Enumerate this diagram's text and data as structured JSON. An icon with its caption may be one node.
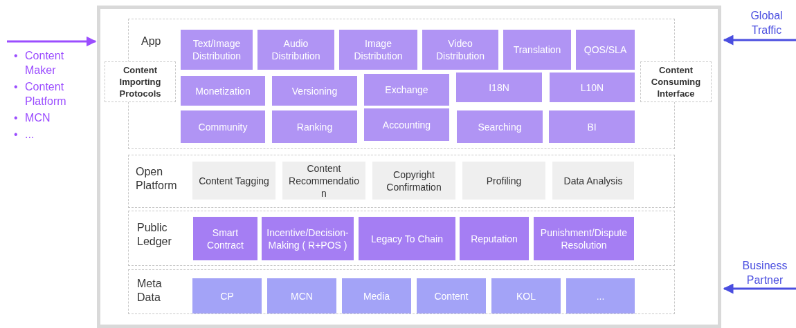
{
  "diagram": {
    "nodes": [
      {
        "text": [],
        "shape": "box"
      },
      {
        "text": [
          "• Content Maker",
          "• Content Platform",
          "• MCN",
          "• ..."
        ]
      },
      {
        "text": [
          "Global Traffic"
        ]
      },
      {
        "text": [
          "App"
        ],
        "in": 0
      },
      {
        "text": [
          "Text/Image Distribution"
        ],
        "in": 3
      },
      {
        "text": [
          "Audio Distribution"
        ],
        "in": 3
      },
      {
        "text": [
          "Image Distribution"
        ],
        "in": 3
      },
      {
        "text": [
          "Video Distribution"
        ],
        "in": 3
      },
      {
        "text": [
          "Translation"
        ],
        "in": 3
      },
      {
        "text": [
          "QOS/SLA"
        ],
        "in": 3
      },
      {
        "text": [
          "Content Importing Protocols"
        ],
        "in": 0
      },
      {
        "text": [
          "Monetization"
        ],
        "in": 3
      },
      {
        "text": [
          "Versioning"
        ],
        "in": 3
      },
      {
        "text": [
          "Exchange"
        ],
        "in": 3
      },
      {
        "text": [
          "I18N"
        ],
        "in": 3
      },
      {
        "text": [
          "L10N"
        ],
        "in": 3
      },
      {
        "text": [
          "Content Consuming Interface"
        ],
        "in": 0
      },
      {
        "text": [
          "Community"
        ],
        "in": 3
      },
      {
        "text": [
          "Ranking"
        ],
        "in": 3
      },
      {
        "text": [
          "Accounting"
        ],
        "in": 3
      },
      {
        "text": [
          "Searching"
        ],
        "in": 3
      },
      {
        "text": [
          "BI"
        ],
        "in": 3
      },
      {
        "text": [
          "Open Platform"
        ],
        "in": 0
      },
      {
        "text": [
          "Content Tagging"
        ],
        "in": 22
      },
      {
        "text": [
          "Content Recommendation"
        ],
        "in": 22
      },
      {
        "text": [
          "Copyright Confirmation"
        ],
        "in": 22
      },
      {
        "text": [
          "Profiling"
        ],
        "in": 22
      },
      {
        "text": [
          "Data Analysis"
        ],
        "in": 22
      },
      {
        "text": [
          "Public Ledger"
        ],
        "in": 0
      },
      {
        "text": [
          "Smart Contract"
        ],
        "in": 28
      },
      {
        "text": [
          "Incentive/Decision-Making ( R+POS )"
        ],
        "in": 28
      },
      {
        "text": [
          "Legacy To Chain"
        ],
        "in": 28
      },
      {
        "text": [
          "Reputation"
        ],
        "in": 28
      },
      {
        "text": [
          "Punishment/Dispute Resolution"
        ],
        "in": 28
      },
      {
        "text": [
          "Business Partner"
        ]
      },
      {
        "text": [
          "Meta Data"
        ],
        "in": 0
      },
      {
        "text": [
          "CP"
        ],
        "in": 35
      },
      {
        "text": [
          "MCN"
        ],
        "in": 35
      },
      {
        "text": [
          "Media"
        ],
        "in": 35
      },
      {
        "text": [
          "Content"
        ],
        "in": 35
      },
      {
        "text": [
          "KOL"
        ],
        "in": 35
      },
      {
        "text": [
          "..."
        ],
        "in": 35
      }
    ],
    "edges": [
      {
        "from": 1,
        "to": 0,
        "arrow": "to",
        "color": "#9b4dff"
      },
      {
        "from": 2,
        "to": 0,
        "arrow": "to"
      },
      {
        "from": 34,
        "to": 0,
        "arrow": "to"
      }
    ]
  }
}
